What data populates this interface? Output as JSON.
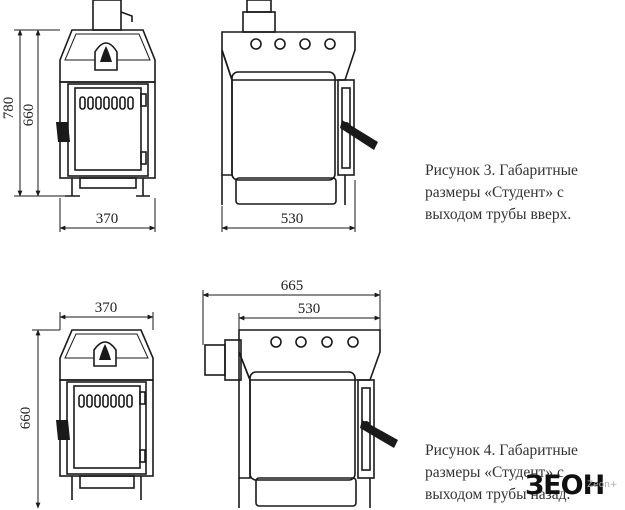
{
  "dimensions": {
    "fig3_height_total": "780",
    "fig3_height_body": "660",
    "fig3_width_front": "370",
    "fig3_width_side": "530",
    "fig4_width_front": "370",
    "fig4_height_body": "660",
    "fig4_width_total": "665",
    "fig4_width_side": "530"
  },
  "captions": {
    "fig3": [
      "Рисунок 3.  Габаритные",
      "размеры «Студент» с",
      "выходом трубы вверх."
    ],
    "fig4": [
      "Рисунок 4.  Габаритные",
      "размеры «Студент» с",
      "выходом трубы назад."
    ]
  },
  "logo": {
    "mark": "ЗЕОН",
    "sub": "Zeon+"
  }
}
